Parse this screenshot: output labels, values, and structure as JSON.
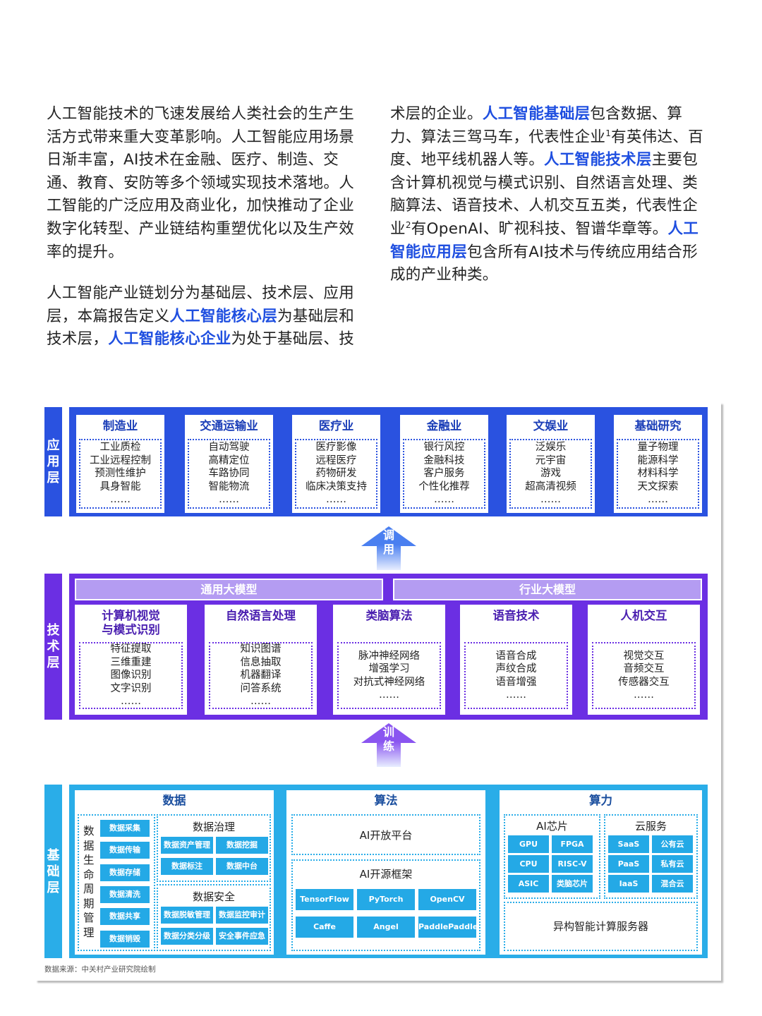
{
  "text": {
    "p1": "人工智能技术的飞速发展给人类社会的生产生活方式带来重大变革影响。人工智能应用场景日渐丰富，AI技术在金融、医疗、制造、交通、教育、安防等多个领域实现技术落地。人工智能的广泛应用及商业化，加快推动了企业数字化转型、产业链结构重塑优化以及生产效率的提升。",
    "p2a": "人工智能产业链划分为基础层、技术层、应用层，本篇报告定义",
    "p2b": "人工智能核心层",
    "p2c": "为基础层和技术层，",
    "p2d": "人工智能核心企业",
    "p2e": "为处于基础层、技术层的企业。",
    "p2f": "人工智能基础层",
    "p2g": "包含数据、算力、算法三驾马车，代表性企业",
    "p2g_sup": "1",
    "p2h": "有英伟达、百度、地平线机器人等。",
    "p2i": "人工智能技术层",
    "p2j": "主要包含计算机视觉与模式识别、自然语言处理、类脑算法、语音技术、人机交互五类，代表性企业",
    "p2j_sup": "2",
    "p2k": "有OpenAI、旷视科技、智谱华章等。",
    "p2l": "人工智能应用层",
    "p2m": "包含所有AI技术与传统应用结合形成的产业种类。"
  },
  "colors": {
    "app": "#2a52e0",
    "tech": "#6b2fe3",
    "base": "#2aade8",
    "highlight": "#1f4fe0"
  },
  "app": {
    "label": "应用层",
    "cards": [
      {
        "title": "制造业",
        "items": [
          "工业质检",
          "工业远程控制",
          "预测性维护",
          "具身智能",
          "……"
        ]
      },
      {
        "title": "交通运输业",
        "items": [
          "自动驾驶",
          "高精定位",
          "车路协同",
          "智能物流",
          "……"
        ]
      },
      {
        "title": "医疗业",
        "items": [
          "医疗影像",
          "远程医疗",
          "药物研发",
          "临床决策支持",
          "……"
        ]
      },
      {
        "title": "金融业",
        "items": [
          "银行风控",
          "金融科技",
          "客户服务",
          "个性化推荐",
          "……"
        ]
      },
      {
        "title": "文娱业",
        "items": [
          "泛娱乐",
          "元宇宙",
          "游戏",
          "超高清视频",
          "……"
        ]
      },
      {
        "title": "基础研究",
        "items": [
          "量子物理",
          "能源科学",
          "材料科学",
          "天文探索",
          "……"
        ]
      }
    ]
  },
  "arrow1": "调用",
  "arrow2": "训练",
  "tech": {
    "label": "技术层",
    "bars": [
      "通用大模型",
      "行业大模型"
    ],
    "cards": [
      {
        "title": "计算机视觉与模式识别",
        "items": [
          "特征提取",
          "三维重建",
          "图像识别",
          "文字识别",
          "……"
        ]
      },
      {
        "title": "自然语言处理",
        "items": [
          "知识图谱",
          "信息抽取",
          "机器翻译",
          "问答系统",
          "……"
        ]
      },
      {
        "title": "类脑算法",
        "items": [
          "脉冲神经网络",
          "增强学习",
          "对抗式神经网络",
          "……"
        ]
      },
      {
        "title": "语音技术",
        "items": [
          "语音合成",
          "声纹合成",
          "语音增强",
          "……"
        ]
      },
      {
        "title": "人机交互",
        "items": [
          "视觉交互",
          "音频交互",
          "传感器交互",
          "……"
        ]
      }
    ]
  },
  "base": {
    "label": "基础层",
    "data": {
      "title": "数据",
      "lifecycle": "数据生命周期管理",
      "lifecycle_items": [
        "数据采集",
        "数据传输",
        "数据存储",
        "数据清洗",
        "数据共享",
        "数据销毁"
      ],
      "governance": {
        "title": "数据治理",
        "items": [
          "数据资产管理",
          "数据挖掘",
          "数据标注",
          "数据中台"
        ]
      },
      "security": {
        "title": "数据安全",
        "items": [
          "数据脱敏管理",
          "数据监控审计",
          "数据分类分级",
          "安全事件应急"
        ]
      }
    },
    "algo": {
      "title": "算法",
      "platform": "AI开放平台",
      "framework": "AI开源框架",
      "frameworks": [
        "TensorFlow",
        "PyTorch",
        "OpenCV",
        "Caffe",
        "Angel",
        "PaddlePaddle"
      ]
    },
    "compute": {
      "title": "算力",
      "chips": {
        "title": "AI芯片",
        "items": [
          "GPU",
          "FPGA",
          "CPU",
          "RISC-V",
          "ASIC",
          "类脑芯片"
        ]
      },
      "cloud": {
        "title": "云服务",
        "items": [
          "SaaS",
          "公有云",
          "PaaS",
          "私有云",
          "IaaS",
          "混合云"
        ]
      },
      "server": "异构智能计算服务器"
    }
  },
  "source": "数据来源：中关村产业研究院绘制"
}
